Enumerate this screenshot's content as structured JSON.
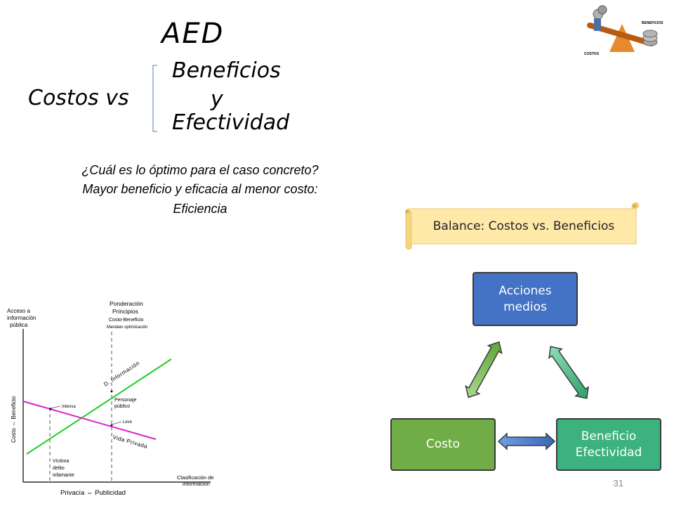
{
  "slide": {
    "title": "AED",
    "left_term": "Costos vs",
    "bracket_items": [
      "Beneficios",
      "y",
      "Efectividad"
    ],
    "question_lines": [
      "¿Cuál es lo óptimo para el caso concreto?",
      "Mayor beneficio y eficacia al menor costo:",
      "Eficiencia"
    ],
    "page_number": "31"
  },
  "clipart": {
    "label_beneficios": "BENEFICIOS",
    "label_costos": "COSTOS"
  },
  "scroll_banner": {
    "text": "Balance: Costos vs. Beneficios"
  },
  "cycle": {
    "nodes": [
      {
        "text_lines": [
          "Acciones",
          "medios"
        ],
        "color": "#4472C4"
      },
      {
        "text_lines": [
          "Beneficio",
          "Efectividad"
        ],
        "color": "#3CB27F"
      },
      {
        "text_lines": [
          "Costo"
        ],
        "color": "#70AD47"
      }
    ]
  },
  "graph": {
    "y_axis_label": "Costo ⇔ Beneficio",
    "y_top_label_lines": [
      "Acceso a",
      "información",
      "pública"
    ],
    "top_center_lines": [
      "Ponderación",
      "Principios",
      "Costo-Beneficio",
      "Mandato optimización"
    ],
    "x_axis_label": "Privacía ⇔ Publicidad",
    "x_right_label_lines": [
      "Clasificación de",
      "información"
    ],
    "line_info_label": "D. Información",
    "line_private_label": "Vida Privada",
    "annot_intensa": "Intensa",
    "annot_personaje_lines": [
      "Personaje",
      "público"
    ],
    "annot_leve": "Leve",
    "annot_victima_lines": [
      "Víctima",
      "delito",
      "infamante"
    ],
    "line_info_color": "#22CC22",
    "line_private_color": "#DD22CC"
  }
}
